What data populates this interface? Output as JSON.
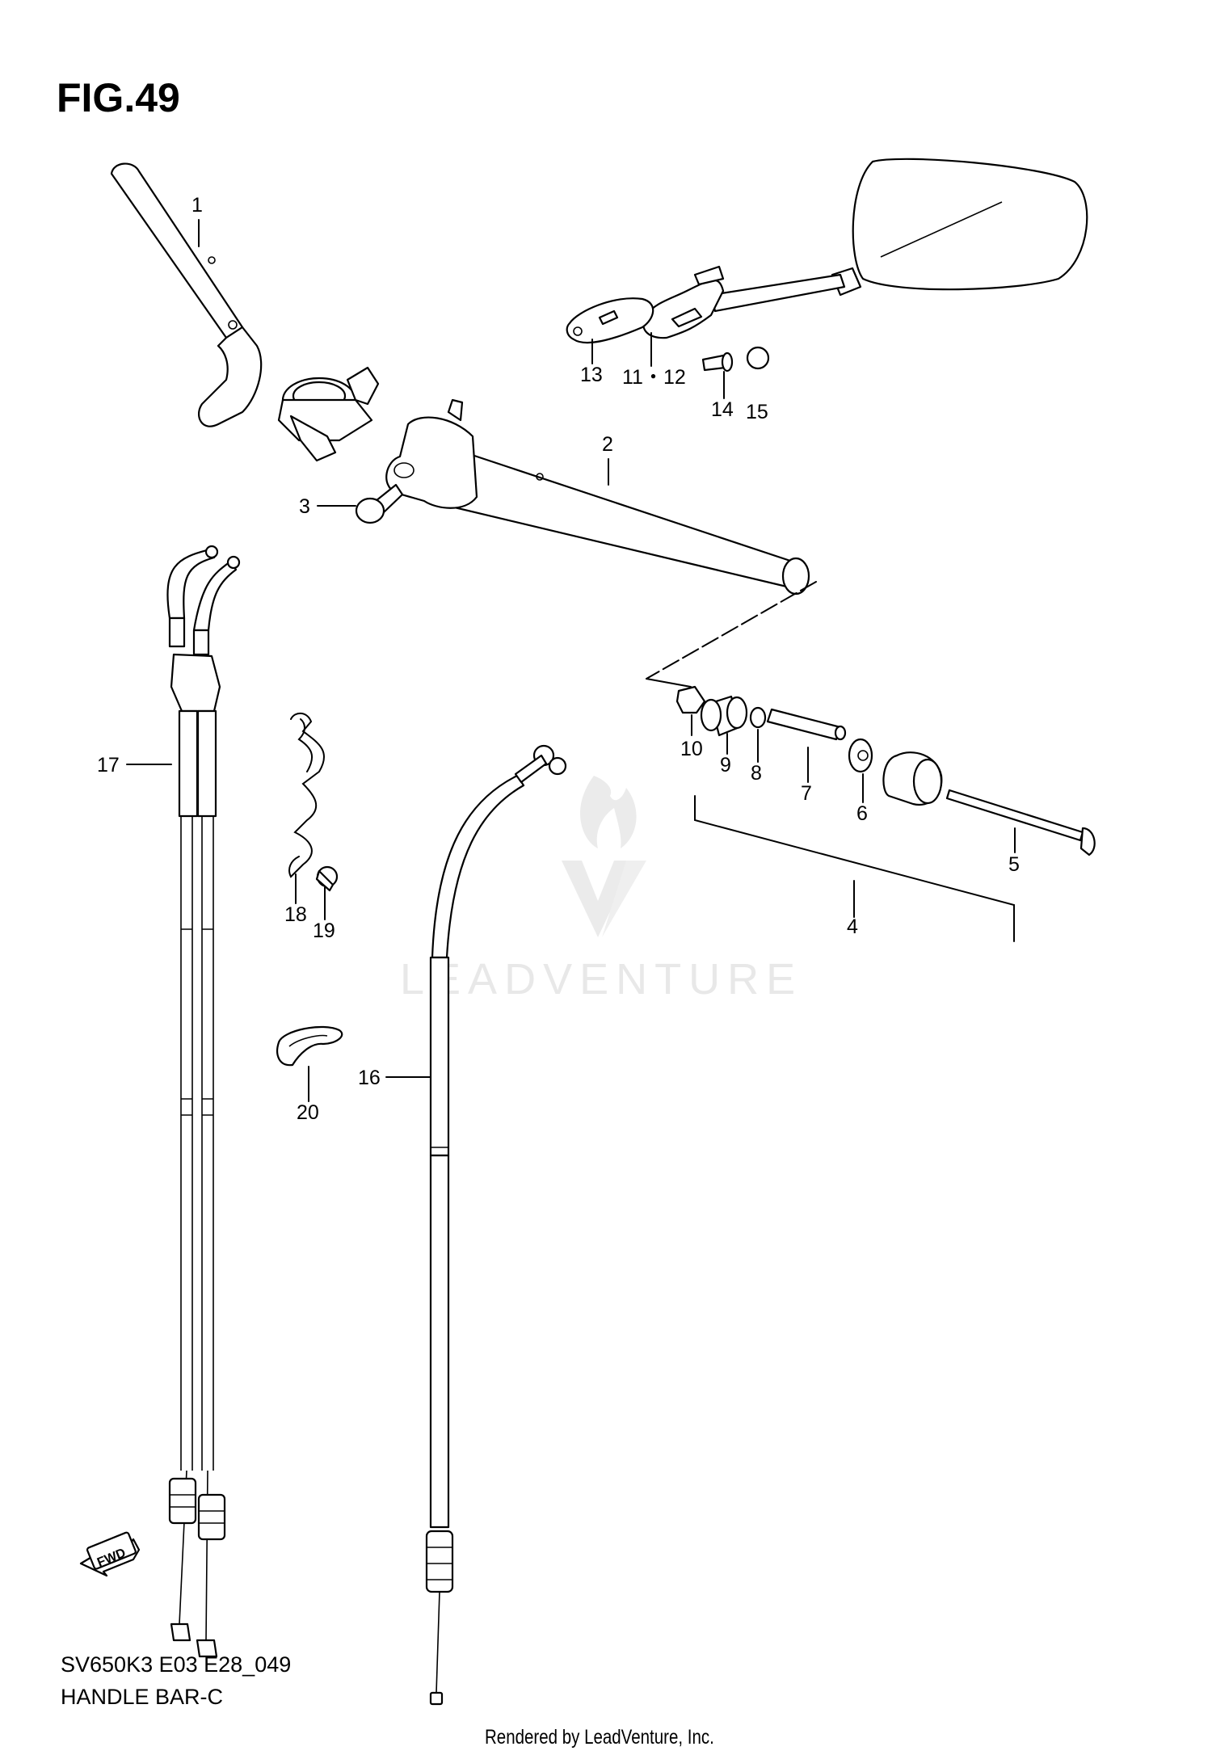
{
  "figure": {
    "title": "FIG.49"
  },
  "footer": {
    "model_code": "SV650K3 E03 E28_049",
    "section_name": "HANDLE BAR-C",
    "rendered_by": "Rendered by LeadVenture, Inc."
  },
  "watermark": {
    "text": "LEADVENTURE"
  },
  "direction_arrow": {
    "label": "FWD"
  },
  "callouts": [
    {
      "id": "c1",
      "label": "1"
    },
    {
      "id": "c2",
      "label": "2"
    },
    {
      "id": "c3",
      "label": "3"
    },
    {
      "id": "c4",
      "label": "4"
    },
    {
      "id": "c5",
      "label": "5"
    },
    {
      "id": "c6",
      "label": "6"
    },
    {
      "id": "c7",
      "label": "7"
    },
    {
      "id": "c8",
      "label": "8"
    },
    {
      "id": "c9",
      "label": "9"
    },
    {
      "id": "c10",
      "label": "10"
    },
    {
      "id": "c11",
      "label": "11・12"
    },
    {
      "id": "c13",
      "label": "13"
    },
    {
      "id": "c14",
      "label": "14"
    },
    {
      "id": "c15",
      "label": "15"
    },
    {
      "id": "c16",
      "label": "16"
    },
    {
      "id": "c17",
      "label": "17"
    },
    {
      "id": "c18",
      "label": "18"
    },
    {
      "id": "c19",
      "label": "19"
    },
    {
      "id": "c20",
      "label": "20"
    }
  ]
}
